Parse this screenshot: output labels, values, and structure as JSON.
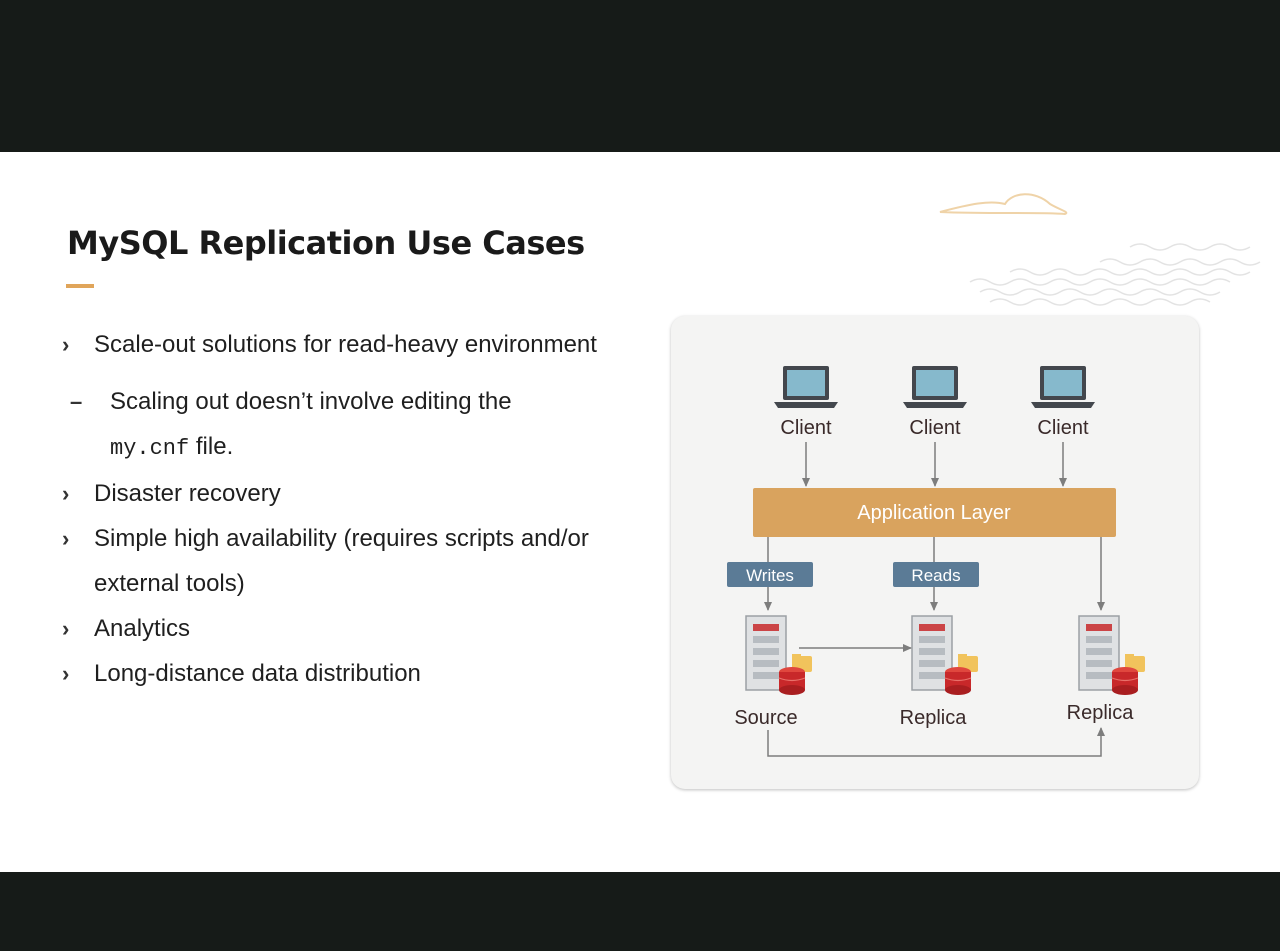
{
  "slide": {
    "title": "MySQL Replication Use Cases",
    "bullets": [
      {
        "marker": "›",
        "text": "Scale-out solutions for read-heavy environment"
      },
      {
        "marker": "–",
        "text_before": "Scaling out doesn’t involve editing the",
        "code": "my.cnf",
        "text_after": " file."
      },
      {
        "marker": "›",
        "text": "Disaster recovery"
      },
      {
        "marker": "›",
        "text": "Simple high availability (requires scripts and/or external tools)"
      },
      {
        "marker": "›",
        "text": "Analytics"
      },
      {
        "marker": "›",
        "text": "Long-distance data distribution"
      }
    ]
  },
  "diagram": {
    "clients": [
      "Client",
      "Client",
      "Client"
    ],
    "application_layer": "Application Layer",
    "writes_label": "Writes",
    "reads_label": "Reads",
    "servers": [
      "Source",
      "Replica",
      "Replica"
    ],
    "colors": {
      "app_layer": "#d9a35e",
      "tag": "#5b7b96",
      "screen": "#86b9cc",
      "laptop": "#43474d",
      "arrow": "#7d7d7d",
      "db": "#c8282a"
    }
  }
}
